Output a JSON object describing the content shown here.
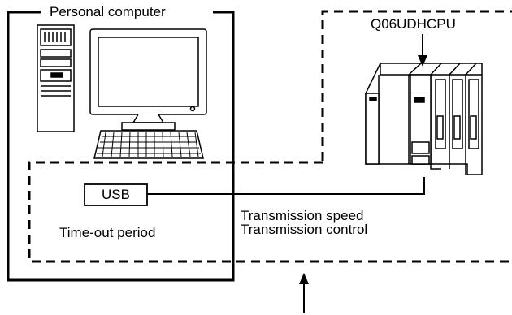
{
  "pc_box": {
    "label": "Personal computer"
  },
  "plc": {
    "label": "Q06UDHCPU"
  },
  "usb": {
    "label": "USB"
  },
  "settings": {
    "timeout": "Time-out period",
    "speed": "Transmission speed",
    "control": "Transmission control"
  },
  "colors": {
    "line": "#000000",
    "fill": "#ffffff",
    "shade": "#000000"
  }
}
